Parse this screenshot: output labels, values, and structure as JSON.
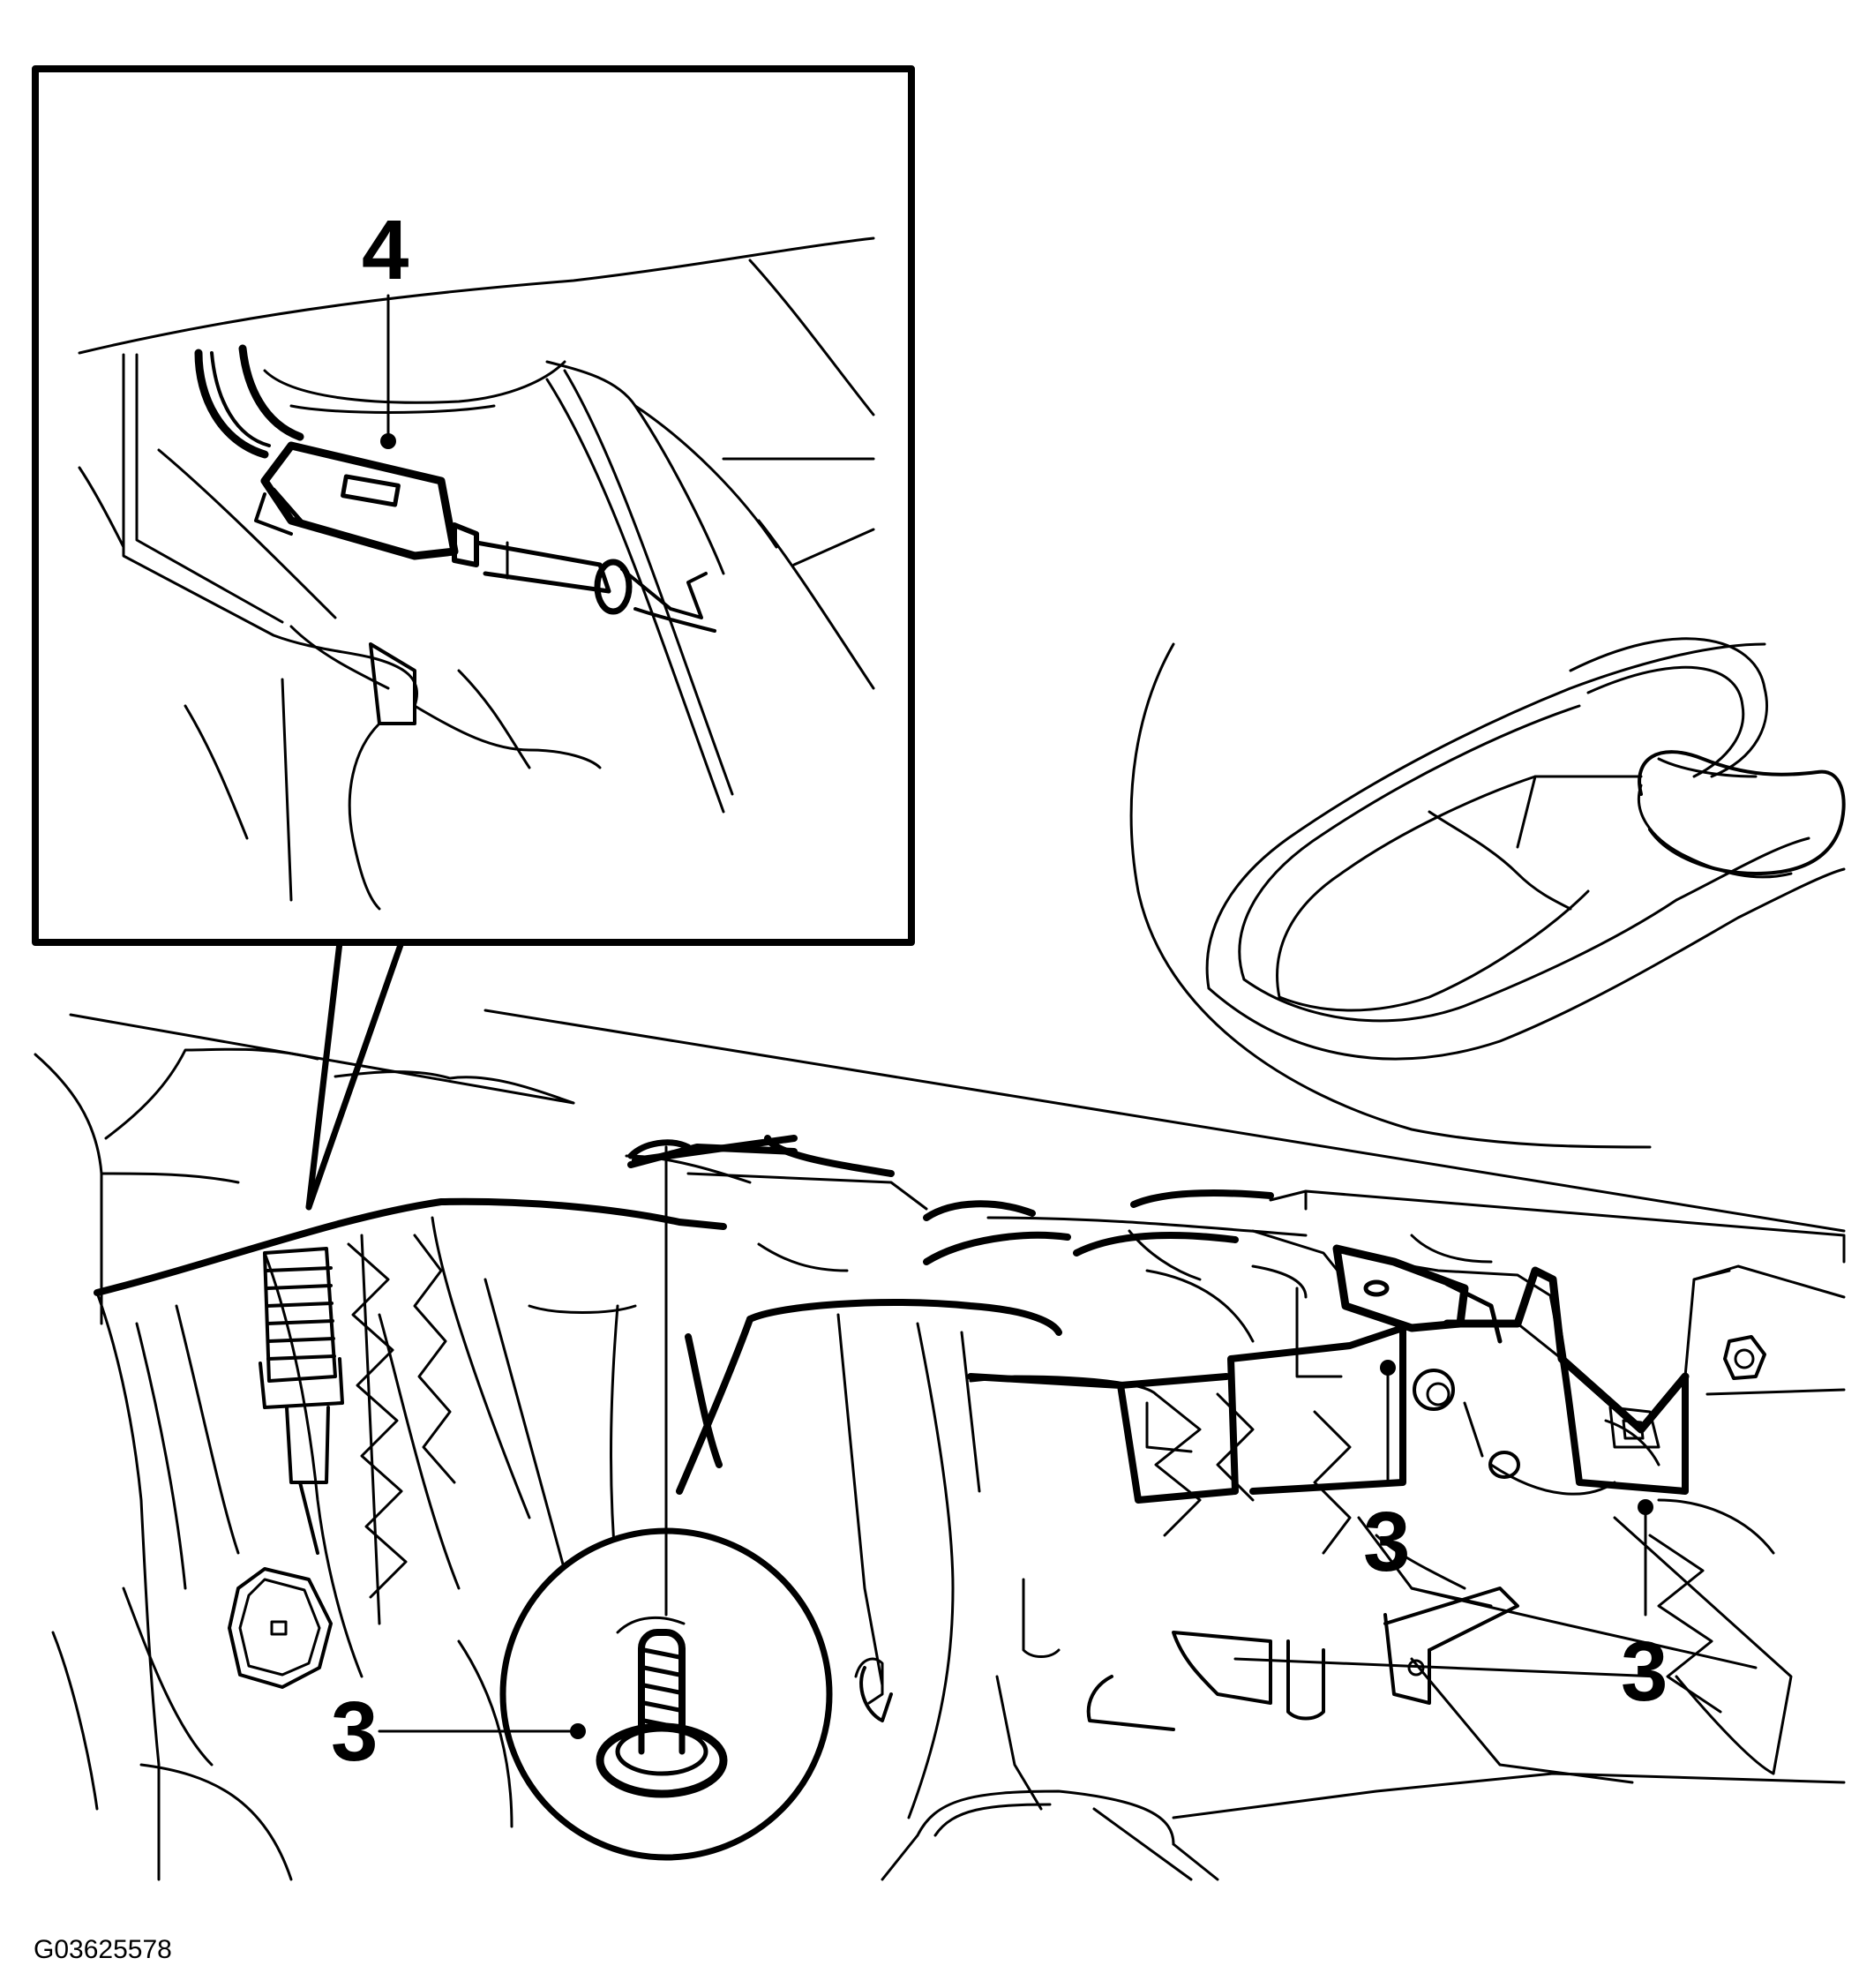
{
  "callouts": {
    "c4": {
      "label": "4"
    },
    "c3_left": {
      "label": "3"
    },
    "c3_mid": {
      "label": "3"
    },
    "c3_right": {
      "label": "3"
    }
  },
  "figure_id": "G03625578",
  "colors": {
    "ink": "#000000",
    "paper": "#ffffff"
  }
}
